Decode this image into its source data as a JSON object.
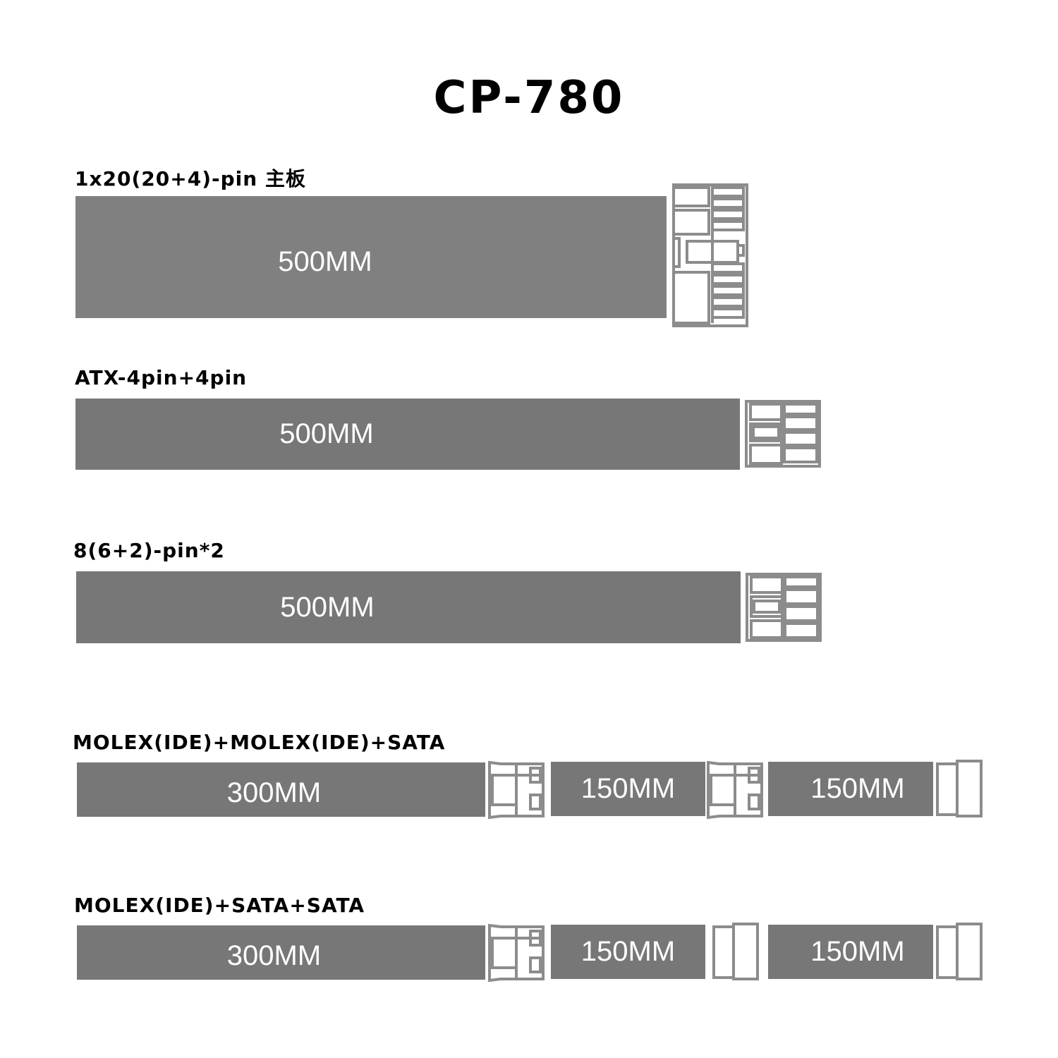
{
  "title": "CP-780",
  "colors": {
    "cable": "#777777",
    "cable_main": "#808080",
    "connector_outline": "#8c8c8c",
    "text": "#000000"
  },
  "cables": [
    {
      "label": "1x20(20+4)-pin  主板",
      "segments": [
        "500MM"
      ],
      "connectors": [
        "atx-24pin-connector"
      ]
    },
    {
      "label": "ATX-4pin+4pin",
      "segments": [
        "500MM"
      ],
      "connectors": [
        "eps-4plus4-connector"
      ]
    },
    {
      "label": "8(6+2)-pin*2",
      "segments": [
        "500MM"
      ],
      "connectors": [
        "pcie-6plus2-connector"
      ]
    },
    {
      "label": "MOLEX(IDE)+MOLEX(IDE)+SATA",
      "segments": [
        "300MM",
        "150MM",
        "150MM"
      ],
      "connectors": [
        "molex-connector",
        "molex-connector",
        "sata-connector"
      ]
    },
    {
      "label": "MOLEX(IDE)+SATA+SATA",
      "segments": [
        "300MM",
        "150MM",
        "150MM"
      ],
      "connectors": [
        "molex-connector",
        "sata-connector",
        "sata-connector"
      ]
    }
  ]
}
